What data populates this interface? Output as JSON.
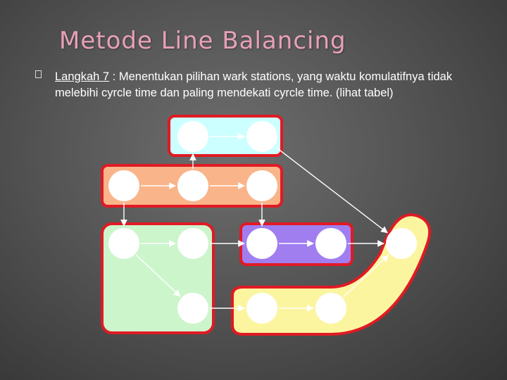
{
  "slide": {
    "title": "Metode Line Balancing",
    "bullet": {
      "step_label": "Langkah 7",
      "separator": " : ",
      "text": "Menentukan pilihan wark stations, yang waktu komulatifnya tidak melebihi cyrcle time dan paling mendekati cyrcle time. (lihat tabel)"
    }
  },
  "colors": {
    "outline": "#e01a24",
    "station_top": "#ccffff",
    "station_orange": "#f9b48a",
    "station_green": "#ccf5cc",
    "station_purple": "#a07ef0",
    "station_yellow": "#fbf5a0",
    "node": "#ffffff",
    "arrow": "#ffffff"
  },
  "diagram": {
    "stations": [
      "top",
      "orange",
      "green",
      "purple",
      "yellow"
    ],
    "nodes": [
      "n1",
      "n2",
      "n3",
      "n4",
      "n5",
      "n6",
      "n7",
      "n8",
      "n9",
      "n10",
      "n11",
      "n12",
      "n13"
    ],
    "edges": [
      [
        "n1",
        "n2"
      ],
      [
        "n3",
        "n4"
      ],
      [
        "n4",
        "n5"
      ],
      [
        "n3",
        "n6"
      ],
      [
        "n5",
        "n9"
      ],
      [
        "n6",
        "n7"
      ],
      [
        "n7",
        "n9"
      ],
      [
        "n9",
        "n10"
      ],
      [
        "n10",
        "n11"
      ],
      [
        "n6",
        "n8"
      ],
      [
        "n8",
        "n12"
      ],
      [
        "n12",
        "n13"
      ],
      [
        "n13",
        "n11"
      ],
      [
        "n2",
        "n11"
      ],
      [
        "n4",
        "n1"
      ]
    ]
  }
}
